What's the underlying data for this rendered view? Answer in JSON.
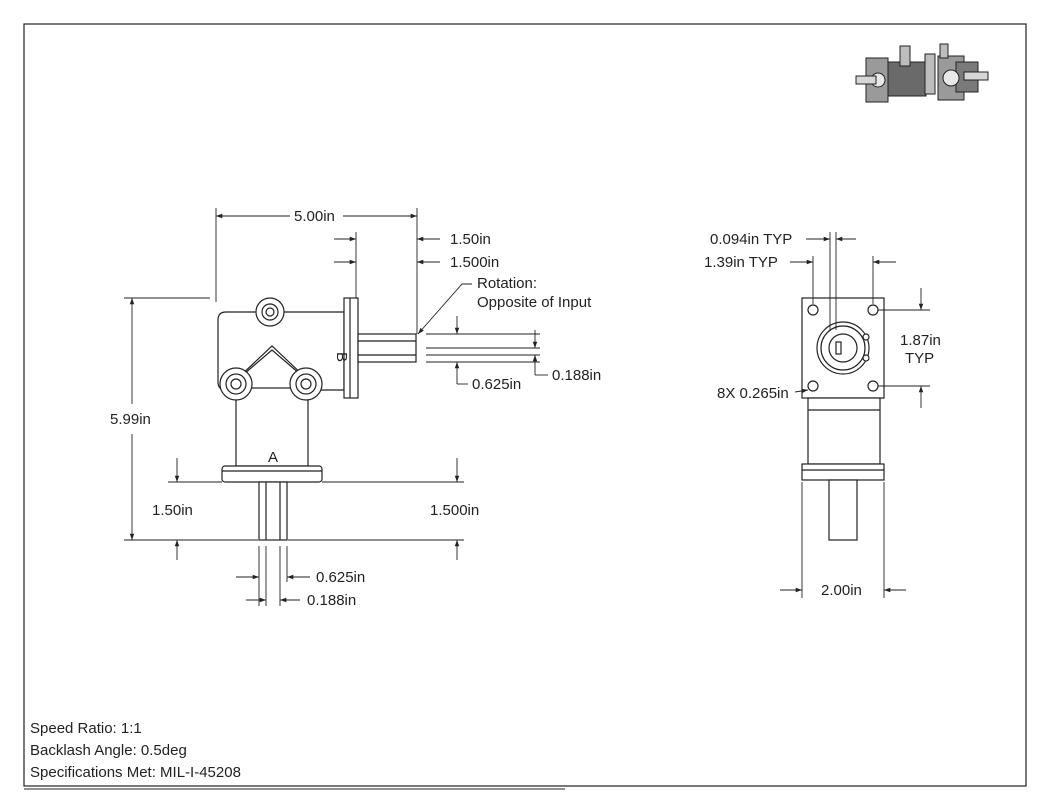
{
  "side_view": {
    "dims": {
      "overall_width": "5.00in",
      "flange_thickness": "1.50in",
      "flange_offset": "1.500in",
      "rotation_line1": "Rotation:",
      "rotation_line2": "Opposite of Input",
      "shaft_dia_right": "0.625in",
      "key_right": "0.188in",
      "height": "5.99in",
      "shaft_len_left": "1.50in",
      "shaft_len_right": "1.500in",
      "shaft_dia_bottom": "0.625in",
      "key_bottom": "0.188in"
    },
    "port_labels": {
      "a": "A",
      "b": "B"
    }
  },
  "end_view": {
    "dims": {
      "hole_tol": "0.094in TYP",
      "hole_spacing_x": "1.39in TYP",
      "hole_spacing_y_line1": "1.87in",
      "hole_spacing_y_line2": "TYP",
      "hole_count": "8X 0.265in",
      "width": "2.00in"
    }
  },
  "notes": [
    "Speed Ratio: 1:1",
    "Backlash Angle: 0.5deg",
    "Specifications Met: MIL-I-45208"
  ]
}
